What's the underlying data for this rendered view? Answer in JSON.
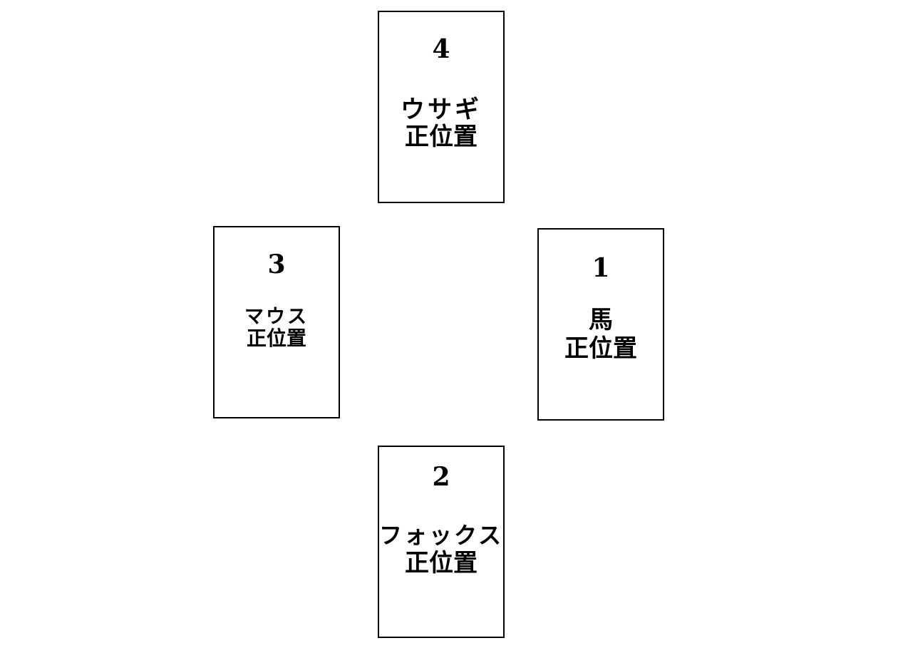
{
  "cards": [
    {
      "number": "4",
      "name": "ウサギ",
      "orientation": "正位置"
    },
    {
      "number": "3",
      "name": "マウス",
      "orientation": "正位置"
    },
    {
      "number": "1",
      "name": "馬",
      "orientation": "正位置"
    },
    {
      "number": "2",
      "name": "フォックス",
      "orientation": "正位置"
    }
  ]
}
